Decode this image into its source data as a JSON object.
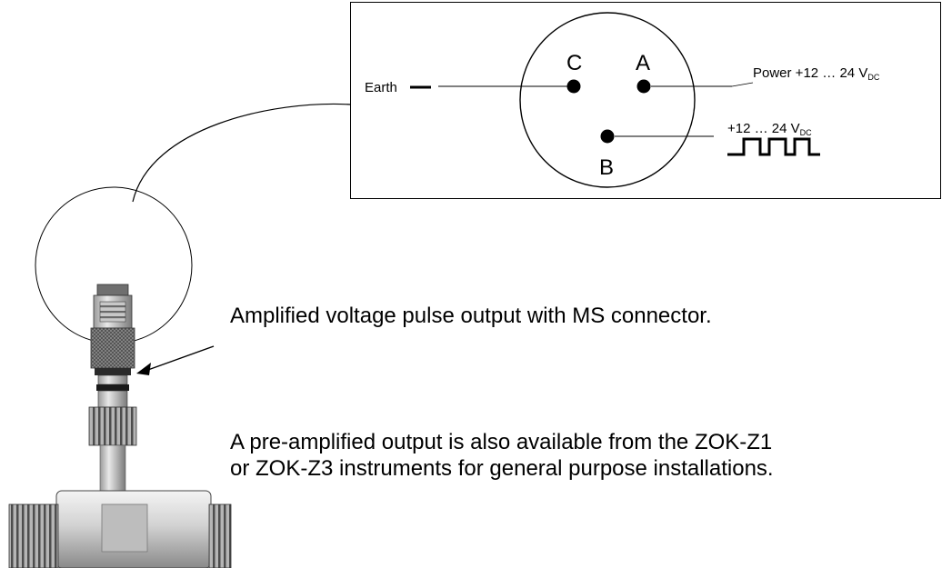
{
  "connector": {
    "pins": [
      {
        "id": "C",
        "label": "C"
      },
      {
        "id": "A",
        "label": "A"
      },
      {
        "id": "B",
        "label": "B"
      }
    ],
    "earth_label": "Earth",
    "earth_symbol": "—",
    "power_label": "Power +12 … 24 V",
    "power_subscript": "DC",
    "signal_label": "+12 … 24 V",
    "signal_subscript": "DC"
  },
  "text": {
    "paragraph_1": "Amplified voltage pulse output with MS connector.",
    "paragraph_2": "A pre-amplified output is also available from the ZOK-Z1 or ZOK-Z3 instruments for general purpose installations."
  }
}
